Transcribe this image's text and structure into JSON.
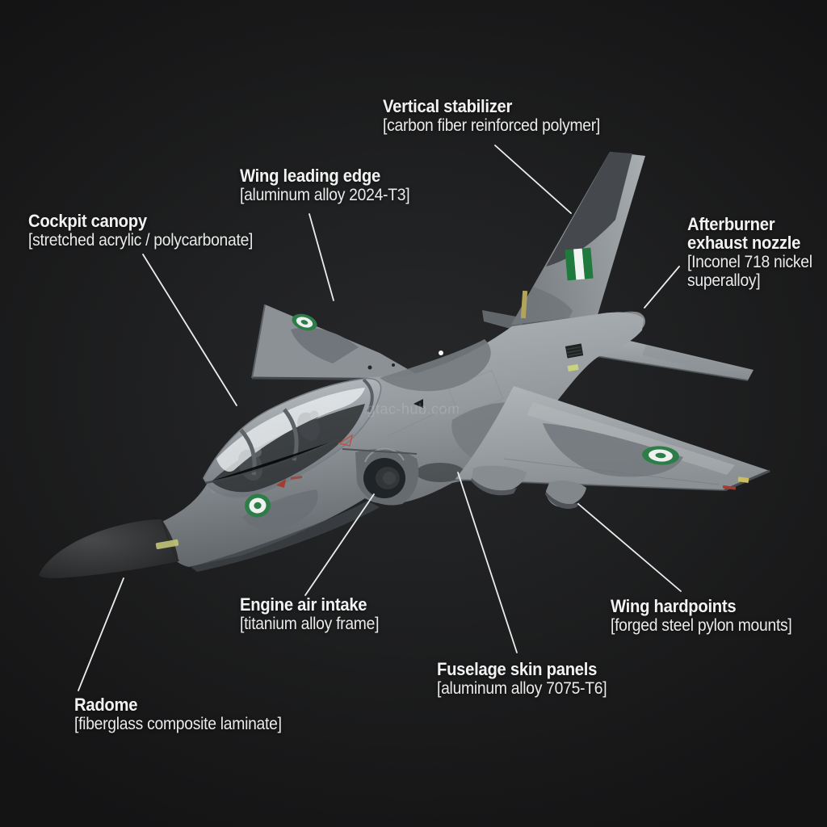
{
  "watermark": "gtac-hub.com",
  "labels": [
    {
      "id": "vertical-stabilizer",
      "title": "Vertical stabilizer",
      "material": "[carbon fiber reinforced polymer]"
    },
    {
      "id": "wing-leading-edge",
      "title": "Wing leading edge",
      "material": "[aluminum alloy 2024-T3]"
    },
    {
      "id": "cockpit-canopy",
      "title": "Cockpit canopy",
      "material": "[stretched acrylic / polycarbonate]"
    },
    {
      "id": "afterburner-exhaust-nozzle",
      "title": "Afterburner exhaust nozzle",
      "material": "[Inconel 718 nickel superalloy]"
    },
    {
      "id": "engine-air-intake",
      "title": "Engine air intake",
      "material": "[titanium alloy frame]"
    },
    {
      "id": "wing-hardpoints",
      "title": "Wing hardpoints",
      "material": "[forged steel pylon mounts]"
    },
    {
      "id": "fuselage-skin-panels",
      "title": "Fuselage skin panels",
      "material": "[aluminum alloy 7075-T6]"
    },
    {
      "id": "radome",
      "title": "Radome",
      "material": "[fiberglass composite laminate]"
    }
  ],
  "aircraft_markings": {
    "fin_flash": "nigeria-flag-green-white-green",
    "roundel": "green-white-green-roundel",
    "roundel_locations": [
      "left-wing-top",
      "right-wing-top",
      "forward-fuselage-side"
    ]
  },
  "colors": {
    "background": "#1b1c1d",
    "label_text": "#f2f2f2",
    "leader_line": "#ececec",
    "flag_green": "#1f7a3d",
    "roundel_green": "#2d7d48",
    "camo_light": "#a9aeb2",
    "camo_mid": "#757b7f",
    "camo_dark": "#45494d",
    "radome_dark": "#242628"
  }
}
